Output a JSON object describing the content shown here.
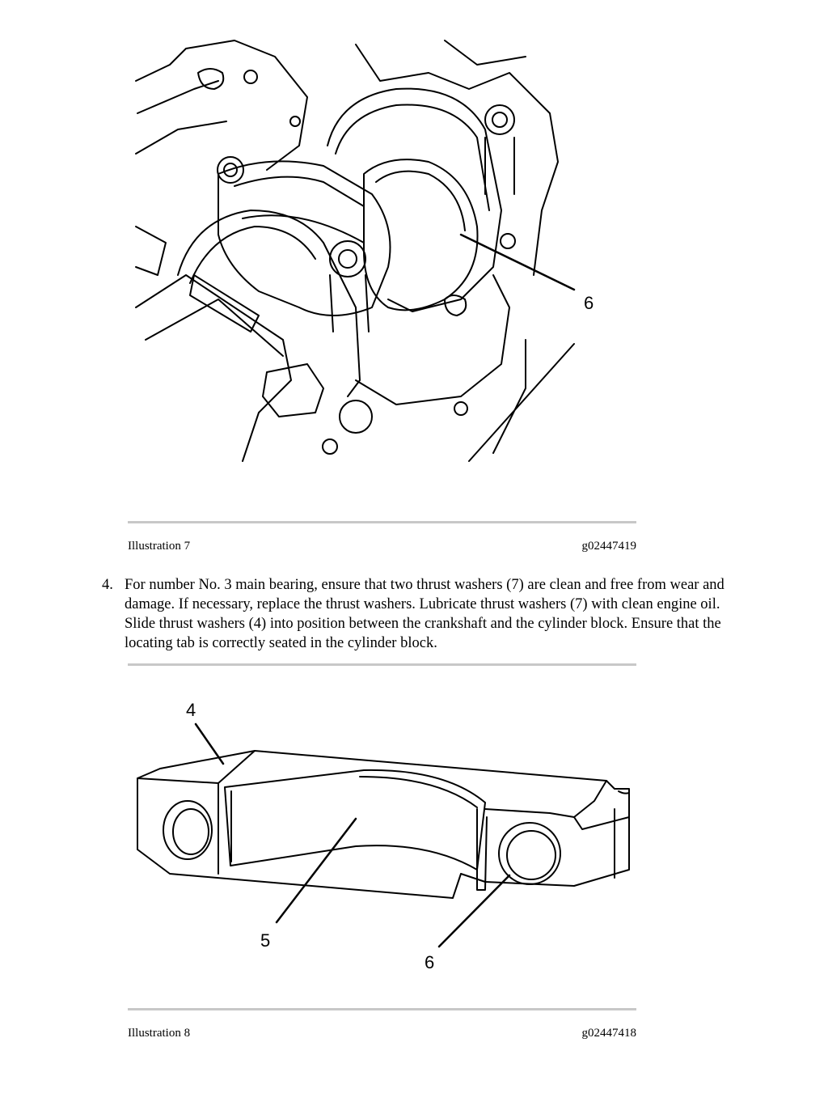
{
  "illustration_7": {
    "caption": "Illustration 7",
    "code": "g02447419",
    "callout": "6"
  },
  "step": {
    "number": "4.",
    "text": "For number No. 3 main bearing, ensure that two thrust washers (7) are clean and free from wear and damage. If necessary, replace the thrust washers. Lubricate thrust washers (7) with clean engine oil. Slide thrust washers (4) into position between the crankshaft and the cylinder block. Ensure that the locating tab is correctly seated in the cylinder block."
  },
  "illustration_8": {
    "caption": "Illustration 8",
    "code": "g02447418",
    "callouts": [
      "4",
      "5",
      "6"
    ]
  }
}
